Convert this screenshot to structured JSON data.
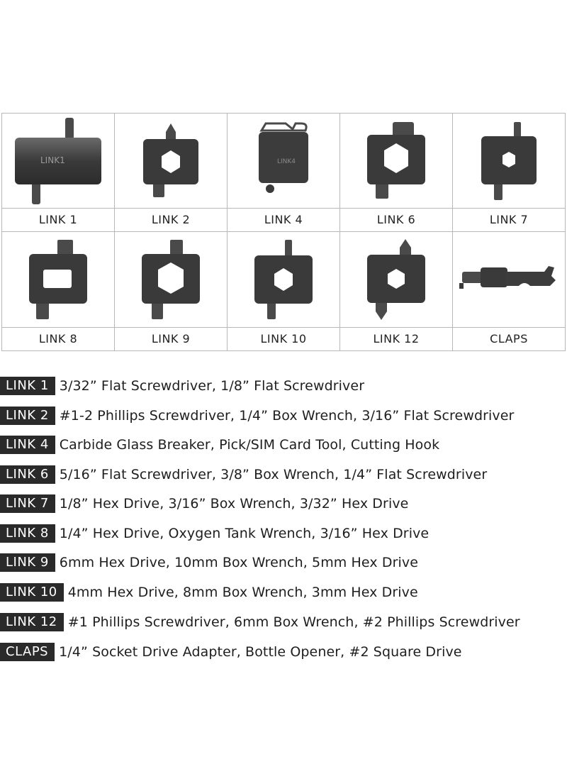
{
  "grid": {
    "row1": [
      {
        "label": "LINK 1",
        "icon": "link-1-tool-icon"
      },
      {
        "label": "LINK 2",
        "icon": "link-2-tool-icon"
      },
      {
        "label": "LINK 4",
        "icon": "link-4-tool-icon"
      },
      {
        "label": "LINK 6",
        "icon": "link-6-tool-icon"
      },
      {
        "label": "LINK 7",
        "icon": "link-7-tool-icon"
      }
    ],
    "row2": [
      {
        "label": "LINK 8",
        "icon": "link-8-tool-icon"
      },
      {
        "label": "LINK 9",
        "icon": "link-9-tool-icon"
      },
      {
        "label": "LINK 10",
        "icon": "link-10-tool-icon"
      },
      {
        "label": "LINK 12",
        "icon": "link-12-tool-icon"
      },
      {
        "label": "CLAPS",
        "icon": "claps-tool-icon"
      }
    ]
  },
  "specs": [
    {
      "tag": "LINK 1",
      "text": "3/32”  Flat Screwdriver, 1/8”  Flat Screwdriver"
    },
    {
      "tag": "LINK 2",
      "text": "#1-2 Phillips Screwdriver, 1/4”  Box Wrench, 3/16”  Flat Screwdriver"
    },
    {
      "tag": "LINK 4",
      "text": "Carbide Glass Breaker, Pick/SIM Card Tool, Cutting Hook"
    },
    {
      "tag": "LINK 6",
      "text": "5/16”  Flat Screwdriver, 3/8”  Box Wrench, 1/4”  Flat Screwdriver"
    },
    {
      "tag": "LINK 7",
      "text": "1/8”  Hex Drive, 3/16”  Box Wrench, 3/32”  Hex Drive"
    },
    {
      "tag": "LINK 8",
      "text": "1/4”  Hex Drive, Oxygen Tank Wrench, 3/16”  Hex Drive"
    },
    {
      "tag": "LINK 9",
      "text": "6mm Hex Drive, 10mm Box Wrench, 5mm Hex Drive"
    },
    {
      "tag": "LINK 10",
      "text": "4mm Hex Drive, 8mm Box Wrench, 3mm Hex Drive"
    },
    {
      "tag": "LINK 12",
      "text": "#1 Phillips Screwdriver, 6mm Box Wrench, #2 Phillips Screwdriver"
    },
    {
      "tag": "CLAPS",
      "text": "1/4”  Socket Drive Adapter, Bottle Opener, #2 Square Drive"
    }
  ],
  "colors": {
    "tag_bg": "#2a2a2a",
    "metal": "#3e3e3e",
    "metal_light": "#6a6a6a",
    "border": "#b8b8b8"
  }
}
